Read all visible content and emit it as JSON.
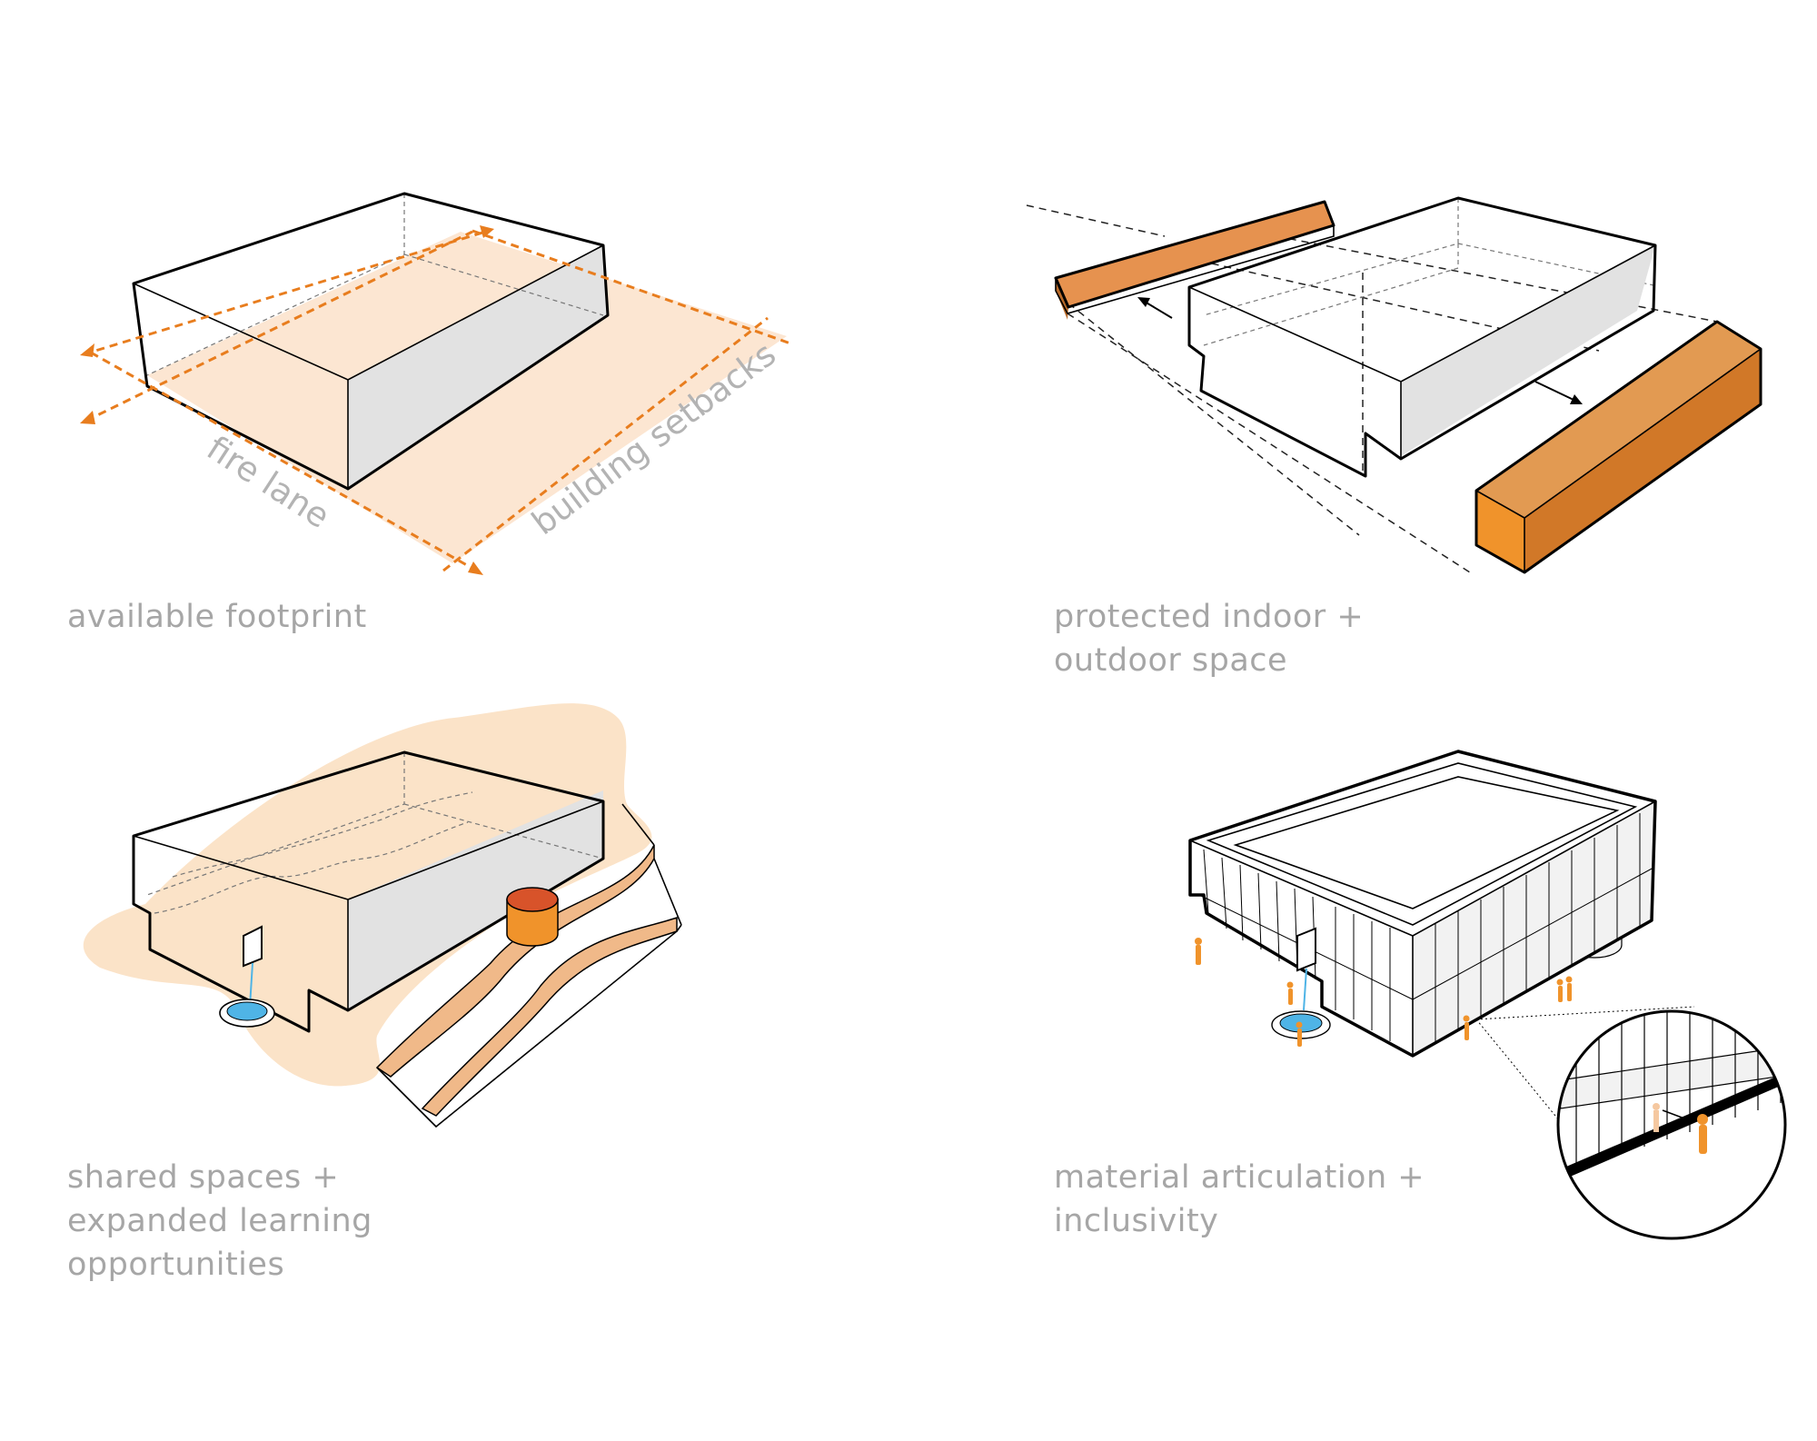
{
  "panels": [
    {
      "caption": [
        "available footprint"
      ],
      "labels": {
        "fire_lane": "fire lane",
        "building_setbacks": "building setbacks"
      }
    },
    {
      "caption": [
        "protected indoor +",
        "outdoor space"
      ]
    },
    {
      "caption": [
        "shared spaces +",
        "expanded learning",
        "opportunities"
      ]
    },
    {
      "caption": [
        "material articulation +",
        "inclusivity"
      ]
    }
  ],
  "colors": {
    "caption_text": "#a6a6a6",
    "accent_orange": "#f0932b",
    "setback_fill": "#fce6d2",
    "bar_orange": "#d9894a",
    "ground_tan": "#fbe3c8",
    "water_blue": "#4fb4e6",
    "side_gray": "#e2e2e2"
  }
}
